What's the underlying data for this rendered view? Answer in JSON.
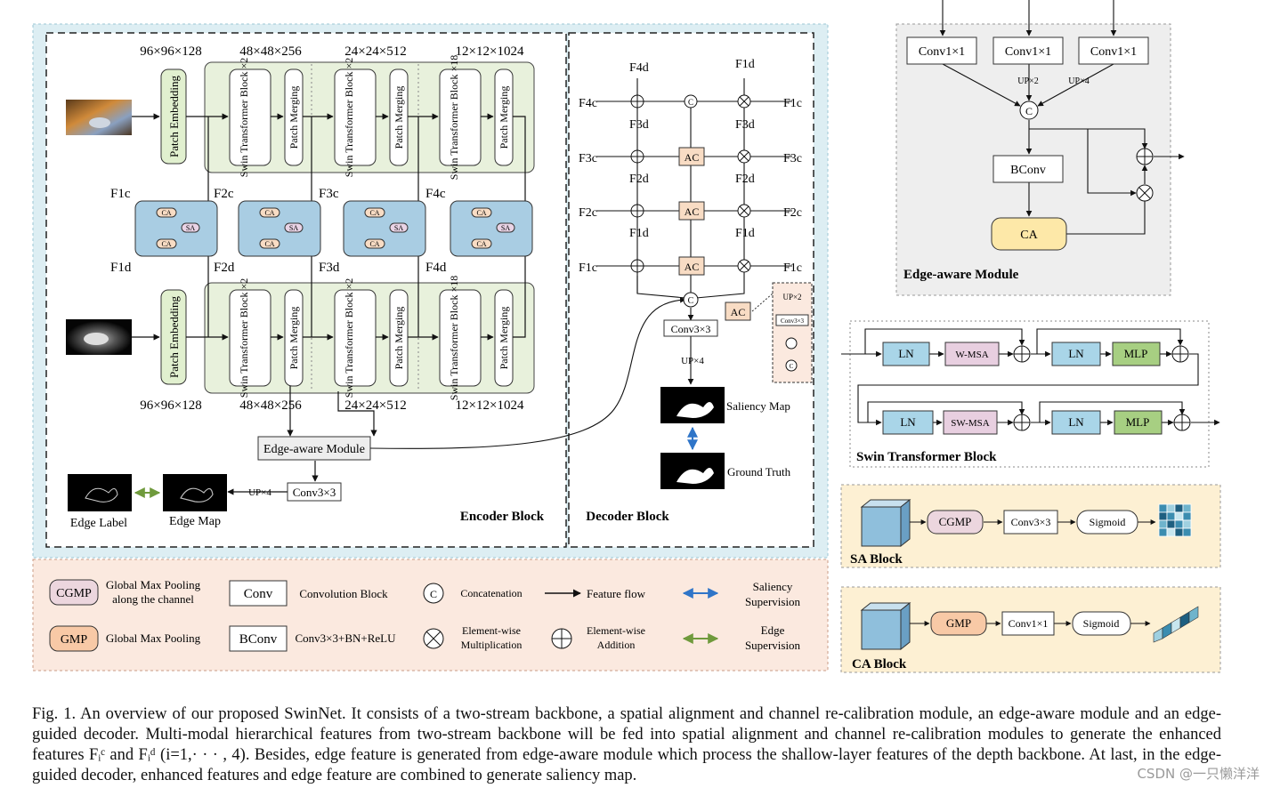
{
  "encoder": {
    "dims_top": [
      "96×96×128",
      "48×48×256",
      "24×24×512",
      "12×12×1024"
    ],
    "dims_bottom": [
      "96×96×128",
      "48×48×256",
      "24×24×512",
      "12×12×1024"
    ],
    "patch_embedding": "Patch Embedding",
    "swin_stage_blocks": [
      "Swin Transformer Block ×2",
      "Swin Transformer Block ×2",
      "Swin Transformer Block ×18"
    ],
    "patch_merging": "Patch Merging",
    "fc_labels": [
      "F1c",
      "F2c",
      "F3c",
      "F4c"
    ],
    "fd_labels": [
      "F1d",
      "F2d",
      "F3d",
      "F4d"
    ],
    "ca": "CA",
    "sa": "SA",
    "edge_module": "Edge-aware Module",
    "conv3": "Conv3×3",
    "up4": "UP×4",
    "edge_label": "Edge Label",
    "edge_map": "Edge Map",
    "title": "Encoder Block"
  },
  "decoder": {
    "title": "Decoder Block",
    "ac": "AC",
    "c": "C",
    "conv3": "Conv3×3",
    "up4": "UP×4",
    "saliency": "Saliency Map",
    "gt": "Ground Truth",
    "inset_up2": "UP×2",
    "inset_conv": "Conv3×3"
  },
  "edge_aware": {
    "title": "Edge-aware Module",
    "conv": [
      "Conv1×1",
      "Conv1×1",
      "Conv1×1"
    ],
    "up": [
      "UP×2",
      "UP×4"
    ],
    "bconv": "BConv",
    "ca": "CA"
  },
  "swin_block": {
    "title": "Swin Transformer Block",
    "ln": "LN",
    "wmsa": "W-MSA",
    "swmsa": "SW-MSA",
    "mlp": "MLP"
  },
  "sa_block": {
    "title": "SA Block",
    "steps": [
      "CGMP",
      "Conv3×3",
      "Sigmoid"
    ]
  },
  "ca_block": {
    "title": "CA Block",
    "steps": [
      "GMP",
      "Conv1×1",
      "Sigmoid"
    ]
  },
  "legend": {
    "cgmp": "CGMP",
    "cgmp_desc1": "Global Max Pooling",
    "cgmp_desc2": "along the channel",
    "gmp": "GMP",
    "gmp_desc": "Global Max Pooling",
    "conv": "Conv",
    "conv_desc": "Convolution Block",
    "bconv": "BConv",
    "bconv_desc": "Conv3×3+BN+ReLU",
    "c": "C",
    "c_desc": "Concatenation",
    "mult1": "Element-wise",
    "mult2": "Multiplication",
    "add1": "Element-wise",
    "add2": "Addition",
    "flow": "Feature flow",
    "sal1": "Saliency",
    "sal2": "Supervision",
    "edge1": "Edge",
    "edge2": "Supervision"
  },
  "caption": "Fig. 1.   An overview of our proposed SwinNet. It consists of a two-stream backbone, a spatial alignment and channel re-calibration module, an edge-aware module and an edge-guided decoder. Multi-modal hierarchical features from two-stream backbone will be fed into spatial alignment and channel re-calibration modules to generate the enhanced features Fᵢᶜ and Fᵢᵈ (i=1,· · · , 4). Besides, edge feature is generated from edge-aware module which process the shallow-layer features of the depth backbone. At last, in the edge-guided decoder, enhanced features and edge feature are combined to generate saliency map.",
  "watermark": "CSDN @一只懒洋洋",
  "colors": {
    "bg_panel": "#ddeef3",
    "legend_bg": "#fbe9df",
    "stage_bg": "#e8f1dc",
    "green_box": "#e1f0cf",
    "blue_box": "#a9cde3",
    "ca_block_bg": "#fdf0d3",
    "ln": "#a9d5e8",
    "mlp": "#a7cf82",
    "msa": "#e8cfe0",
    "edge_blue": "#2f75c8",
    "edge_green": "#6f9a3c"
  }
}
